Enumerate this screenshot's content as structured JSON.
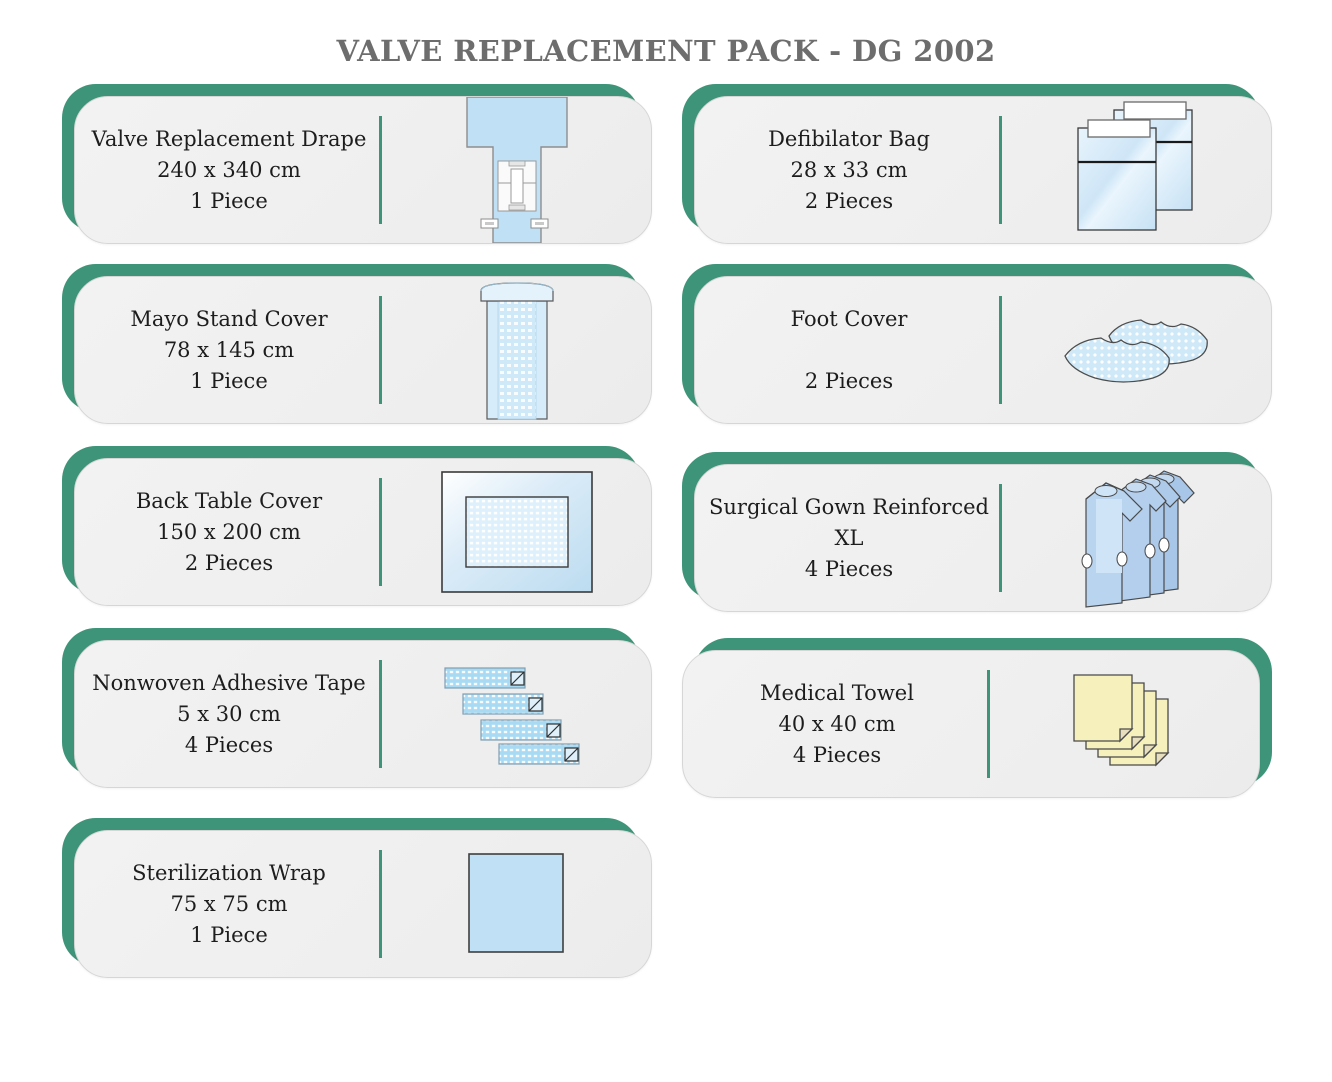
{
  "title": "VALVE REPLACEMENT PACK - DG 2002",
  "colors": {
    "accent_green": "#3e9478",
    "card_grey": "#efefef",
    "title_grey": "#6d6d6d",
    "product_blue": "#bfe0f5",
    "towel_yellow": "#f6f0bd"
  },
  "items": [
    {
      "name": "Valve Replacement Drape",
      "size": "240 x 340 cm",
      "qty": "1 Piece",
      "icon": "valve-replacement-drape-illustration",
      "column": "left",
      "row": 1
    },
    {
      "name": "Defibilator Bag",
      "size": "28 x 33 cm",
      "qty": "2 Pieces",
      "icon": "defibrillator-bag-illustration",
      "column": "right",
      "row": 1
    },
    {
      "name": "Mayo Stand Cover",
      "size": "78 x 145 cm",
      "qty": "1 Piece",
      "icon": "mayo-stand-cover-illustration",
      "column": "left",
      "row": 2
    },
    {
      "name": "Foot Cover",
      "size": "",
      "qty": "2 Pieces",
      "icon": "foot-cover-illustration",
      "column": "right",
      "row": 2
    },
    {
      "name": "Back Table Cover",
      "size": "150 x 200 cm",
      "qty": "2 Pieces",
      "icon": "back-table-cover-illustration",
      "column": "left",
      "row": 3
    },
    {
      "name": "Surgical Gown Reinforced",
      "size": "XL",
      "qty": "4 Pieces",
      "icon": "surgical-gown-illustration",
      "column": "right",
      "row": 3
    },
    {
      "name": "Nonwoven Adhesive Tape",
      "size": "5 x 30 cm",
      "qty": "4 Pieces",
      "icon": "adhesive-tape-illustration",
      "column": "left",
      "row": 4
    },
    {
      "name": "Medical Towel",
      "size": "40 x 40 cm",
      "qty": "4 Pieces",
      "icon": "medical-towel-illustration",
      "column": "right",
      "row": 4
    },
    {
      "name": "Sterilization Wrap",
      "size": "75 x 75 cm",
      "qty": "1 Piece",
      "icon": "sterilization-wrap-illustration",
      "column": "left",
      "row": 5
    }
  ]
}
